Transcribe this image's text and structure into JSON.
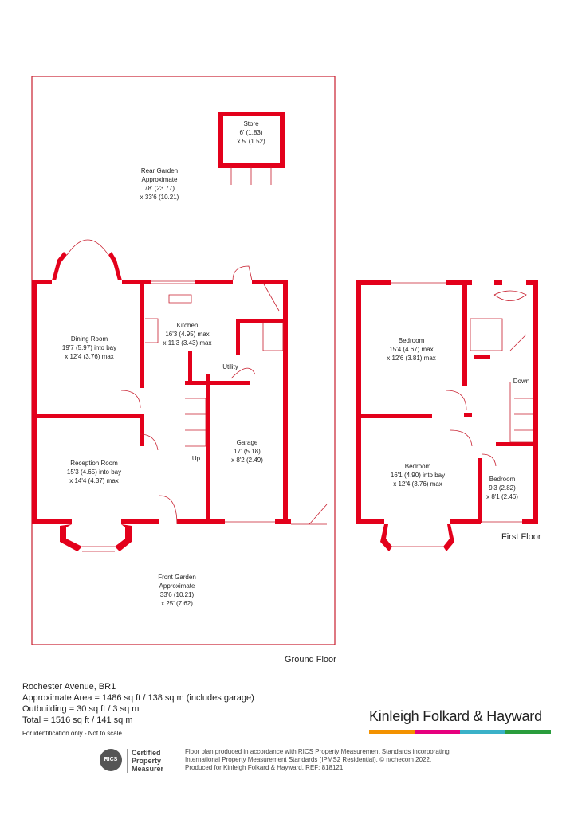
{
  "rooms": {
    "store": {
      "name": "Store",
      "dim1": "6' (1.83)",
      "dim2": "x 5' (1.52)"
    },
    "rear_garden": {
      "name": "Rear Garden",
      "dim1": "Approximate",
      "dim2": "78' (23.77)",
      "dim3": "x 33'6 (10.21)"
    },
    "dining": {
      "name": "Dining Room",
      "dim1": "19'7 (5.97) into bay",
      "dim2": "x 12'4 (3.76) max"
    },
    "kitchen": {
      "name": "Kitchen",
      "dim1": "16'3 (4.95) max",
      "dim2": "x 11'3 (3.43) max"
    },
    "utility": {
      "name": "Utility"
    },
    "reception": {
      "name": "Reception Room",
      "dim1": "15'3 (4.65) into bay",
      "dim2": "x 14'4 (4.37) max"
    },
    "garage": {
      "name": "Garage",
      "dim1": "17' (5.18)",
      "dim2": "x 8'2 (2.49)"
    },
    "up": {
      "name": "Up"
    },
    "front_garden": {
      "name": "Front Garden",
      "dim1": "Approximate",
      "dim2": "33'6 (10.21)",
      "dim3": "x 25' (7.62)"
    },
    "bedroom1": {
      "name": "Bedroom",
      "dim1": "15'4 (4.67) max",
      "dim2": "x 12'6 (3.81) max"
    },
    "down": {
      "name": "Down"
    },
    "bedroom2": {
      "name": "Bedroom",
      "dim1": "16'1 (4.90) into bay",
      "dim2": "x 12'4 (3.76) max"
    },
    "bedroom3": {
      "name": "Bedroom",
      "dim1": "9'3 (2.82)",
      "dim2": "x 8'1 (2.46)"
    }
  },
  "floors": {
    "ground": "Ground Floor",
    "first": "First Floor"
  },
  "info": {
    "address": "Rochester Avenue, BR1",
    "area": "Approximate Area = 1486 sq ft / 138 sq m (includes garage)",
    "outbuilding": "Outbuilding = 30  sq ft / 3 sq m",
    "total": "Total = 1516 sq ft / 141 sq m",
    "note": "For identification only - Not to scale"
  },
  "brand": {
    "name": "Kinleigh Folkard & Hayward",
    "bar_colors": [
      "#f39200",
      "#e6007e",
      "#3ab1c8",
      "#2a9d3d"
    ]
  },
  "rics": {
    "seal": "RICS",
    "line1": "Certified",
    "line2": "Property",
    "line3": "Measurer"
  },
  "footer": {
    "line1": "Floor plan produced in accordance with RICS Property Measurement Standards incorporating",
    "line2": "International Property Measurement Standards (IPMS2 Residential).  © n/checom 2022.",
    "line3": "Produced for Kinleigh Folkard & Hayward.   REF: 818121"
  },
  "colors": {
    "wall": "#e3001b",
    "line": "#c81e2e"
  }
}
